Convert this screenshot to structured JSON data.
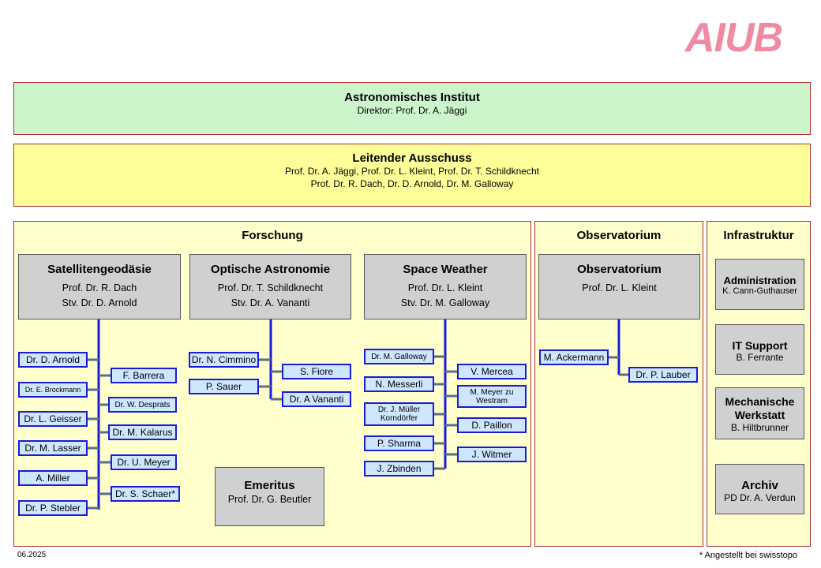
{
  "logo": "AIUB",
  "institute": {
    "title": "Astronomisches Institut",
    "director": "Direktor: Prof. Dr. A. Jäggi"
  },
  "board": {
    "title": "Leitender Ausschuss",
    "line1": "Prof. Dr. A. Jäggi, Prof. Dr. L. Kleint, Prof. Dr. T. Schildknecht",
    "line2": "Prof. Dr. R. Dach, Dr. D. Arnold, Dr. M. Galloway"
  },
  "sections": {
    "forschung": "Forschung",
    "observatorium": "Observatorium",
    "infrastruktur": "Infrastruktur"
  },
  "groups": {
    "sat": {
      "title": "Satellitengeodäsie",
      "l1": "Prof. Dr. R. Dach",
      "l2": "Stv. Dr. D. Arnold"
    },
    "opt": {
      "title": "Optische Astronomie",
      "l1": "Prof. Dr. T. Schildknecht",
      "l2": "Stv. Dr. A. Vananti"
    },
    "sw": {
      "title": "Space Weather",
      "l1": "Prof. Dr. L. Kleint",
      "l2": "Stv. Dr. M. Galloway"
    },
    "obs": {
      "title": "Observatorium",
      "l1": "Prof. Dr. L. Kleint"
    },
    "emeritus": {
      "title": "Emeritus",
      "l1": "Prof. Dr. G. Beutler"
    }
  },
  "people": {
    "sat_left": [
      "Dr. D. Arnold",
      "Dr. E. Brockmann",
      "Dr. L. Geisser",
      "Dr. M. Lasser",
      "A. Miller",
      "Dr. P. Stebler"
    ],
    "sat_right": [
      "F. Barrera",
      "Dr. W. Desprats",
      "Dr. M. Kalarus",
      "Dr. U. Meyer",
      "Dr. S. Schaer*"
    ],
    "opt_left": [
      "Dr. N. Cimmino",
      "P. Sauer"
    ],
    "opt_right": [
      "S. Fiore",
      "Dr. A Vananti"
    ],
    "sw_left": [
      "Dr. M. Galloway",
      "N. Messerli",
      "Dr. J. Müller Korndörfer",
      "P. Sharma",
      "J. Zbinden"
    ],
    "sw_right": [
      "V. Mercea",
      "M. Meyer zu Westram",
      "D. Paillon",
      "J. Witmer"
    ],
    "obs_left": [
      "M. Ackermann"
    ],
    "obs_right": [
      "Dr. P. Lauber"
    ]
  },
  "infra": [
    {
      "title": "Administration",
      "name": "K. Cann-Guthauser"
    },
    {
      "title": "IT Support",
      "name": "B. Ferrante"
    },
    {
      "title": "Mechanische Werkstatt",
      "name": "B. Hiltbrunner"
    },
    {
      "title": "Archiv",
      "name": "PD Dr. A. Verdun"
    }
  ],
  "footer": {
    "date": "06.2025",
    "note": "* Angestellt bei swisstopo"
  }
}
